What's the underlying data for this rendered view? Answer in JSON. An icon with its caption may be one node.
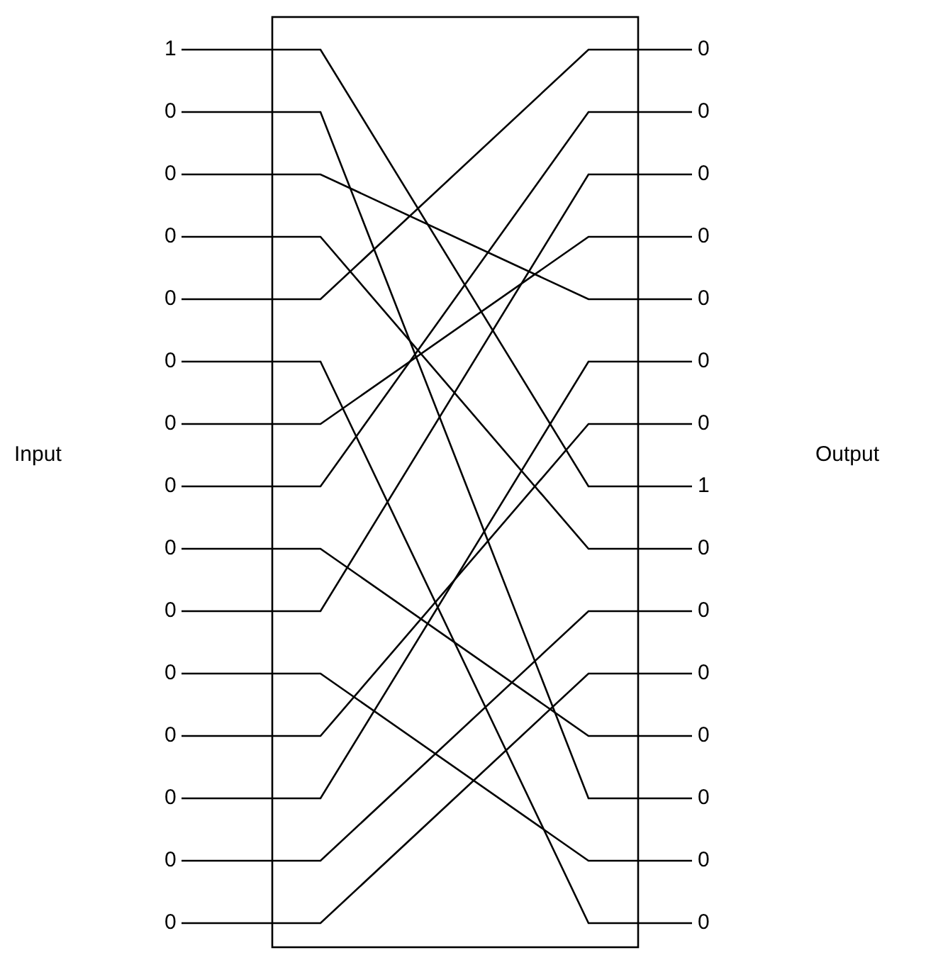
{
  "diagram": {
    "nodes": [
      {
        "text": [
          "1"
        ]
      },
      {
        "text": [
          "0"
        ]
      },
      {
        "text": [
          "0"
        ]
      },
      {
        "text": [
          "0"
        ]
      },
      {
        "text": [
          "0"
        ]
      },
      {
        "text": [
          "0"
        ]
      },
      {
        "text": [
          "0"
        ]
      },
      {
        "text": [
          "0"
        ]
      },
      {
        "text": [
          "0"
        ]
      },
      {
        "text": [
          "0"
        ]
      },
      {
        "text": [
          "0"
        ]
      },
      {
        "text": [
          "0"
        ]
      },
      {
        "text": [
          "0"
        ]
      },
      {
        "text": [
          "0"
        ]
      },
      {
        "text": [
          "0"
        ]
      },
      {
        "text": [
          "0"
        ]
      },
      {
        "text": [
          "0"
        ]
      },
      {
        "text": [
          "0"
        ]
      },
      {
        "text": [
          "0"
        ]
      },
      {
        "text": [
          "0"
        ]
      },
      {
        "text": [
          "0"
        ]
      },
      {
        "text": [
          "0"
        ]
      },
      {
        "text": [
          "1"
        ]
      },
      {
        "text": [
          "0"
        ]
      },
      {
        "text": [
          "0"
        ]
      },
      {
        "text": [
          "0"
        ]
      },
      {
        "text": [
          "0"
        ]
      },
      {
        "text": [
          "0"
        ]
      },
      {
        "text": [
          "0"
        ]
      },
      {
        "text": [
          "0"
        ]
      }
    ],
    "edges": [
      {
        "from": 0,
        "to": 22,
        "arrow": "none"
      },
      {
        "from": 1,
        "to": 27,
        "arrow": "none"
      },
      {
        "from": 2,
        "to": 19,
        "arrow": "none"
      },
      {
        "from": 3,
        "to": 23,
        "arrow": "none"
      },
      {
        "from": 4,
        "to": 15,
        "arrow": "none"
      },
      {
        "from": 5,
        "to": 29,
        "arrow": "none"
      },
      {
        "from": 6,
        "to": 18,
        "arrow": "none"
      },
      {
        "from": 7,
        "to": 16,
        "arrow": "none"
      },
      {
        "from": 8,
        "to": 26,
        "arrow": "none"
      },
      {
        "from": 9,
        "to": 17,
        "arrow": "none"
      },
      {
        "from": 10,
        "to": 28,
        "arrow": "none"
      },
      {
        "from": 11,
        "to": 21,
        "arrow": "none"
      },
      {
        "from": 12,
        "to": 20,
        "arrow": "none"
      },
      {
        "from": 13,
        "to": 24,
        "arrow": "none"
      },
      {
        "from": 14,
        "to": 25,
        "arrow": "none"
      }
    ],
    "labels": [
      "Input",
      "Output"
    ]
  }
}
